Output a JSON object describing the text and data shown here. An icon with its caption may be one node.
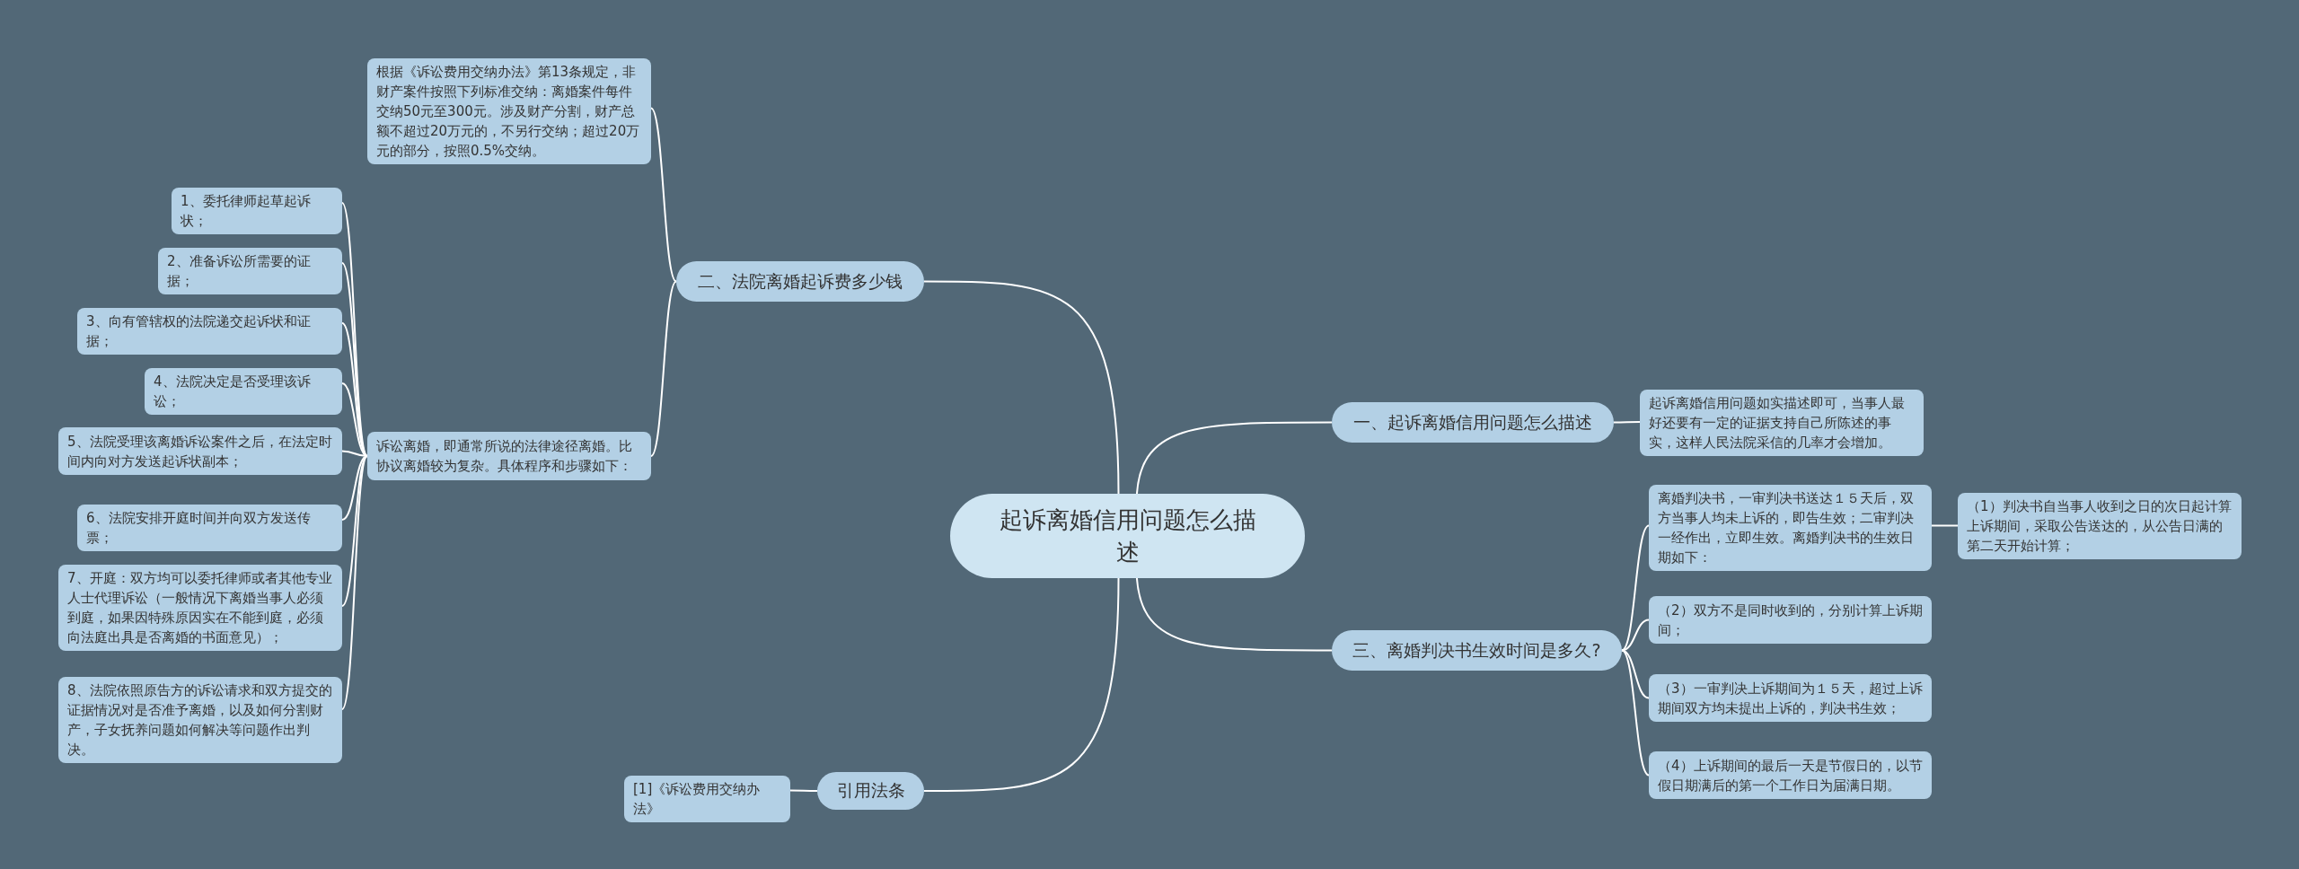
{
  "diagram": {
    "nodes": [
      {
        "text": [
          "起诉离婚信用问题怎么描述"
        ]
      },
      {
        "text": [
          "二、法院离婚起诉费多少钱"
        ]
      },
      {
        "text": [
          "根据《诉讼费用交纳办法》第13条规定，非财产案件按照下列标准交纳：离婚案件每件交纳50元至300元。涉及财产分割，财产总额不超过20万元的，不另行交纳；超过20万元的部分，按照0.5%交纳。"
        ]
      },
      {
        "text": [
          "诉讼离婚，即通常所说的法律途径离婚。比协议离婚较为复杂。具体程序和步骤如下："
        ]
      },
      {
        "text": [
          "1、委托律师起草起诉状；"
        ]
      },
      {
        "text": [
          "2、准备诉讼所需要的证据；"
        ]
      },
      {
        "text": [
          "3、向有管辖权的法院递交起诉状和证据；"
        ]
      },
      {
        "text": [
          "4、法院决定是否受理该诉讼；"
        ]
      },
      {
        "text": [
          "5、法院受理该离婚诉讼案件之后，在法定时间内向对方发送起诉状副本；"
        ]
      },
      {
        "text": [
          "6、法院安排开庭时间并向双方发送传票；"
        ]
      },
      {
        "text": [
          "7、开庭：双方均可以委托律师或者其他专业人士代理诉讼（一般情况下离婚当事人必须到庭，如果因特殊原因实在不能到庭，必须向法庭出具是否离婚的书面意见）；"
        ]
      },
      {
        "text": [
          "8、法院依照原告方的诉讼请求和双方提交的证据情况对是否准予离婚，以及如何分割财产，子女抚养问题如何解决等问题作出判决。"
        ]
      },
      {
        "text": [
          "一、起诉离婚信用问题怎么描述"
        ]
      },
      {
        "text": [
          "起诉离婚信用问题如实描述即可，当事人最好还要有一定的证据支持自己所陈述的事实，这样人民法院采信的几率才会增加。"
        ]
      },
      {
        "text": [
          "三、离婚判决书生效时间是多久?"
        ]
      },
      {
        "text": [
          "离婚判决书，一审判决书送达１５天后，双方当事人均未上诉的，即告生效；二审判决一经作出，立即生效。离婚判决书的生效日期如下："
        ]
      },
      {
        "text": [
          "（1）判决书自当事人收到之日的次日起计算上诉期间，采取公告送达的，从公告日满的第二天开始计算；"
        ]
      },
      {
        "text": [
          "（2）双方不是同时收到的，分别计算上诉期间；"
        ]
      },
      {
        "text": [
          "（3）一审判决上诉期间为１５天，超过上诉期间双方均未提出上诉的，判决书生效；"
        ]
      },
      {
        "text": [
          "（4）上诉期间的最后一天是节假日的，以节假日期满后的第一个工作日为届满日期。"
        ]
      },
      {
        "text": [
          "引用法条"
        ]
      },
      {
        "text": [
          "[1]《诉讼费用交纳办法》"
        ]
      }
    ],
    "edges": [
      {
        "from": 0,
        "to": 1,
        "arrow": "none"
      },
      {
        "from": 1,
        "to": 2,
        "arrow": "none"
      },
      {
        "from": 1,
        "to": 3,
        "arrow": "none"
      },
      {
        "from": 3,
        "to": 4,
        "arrow": "none"
      },
      {
        "from": 3,
        "to": 5,
        "arrow": "none"
      },
      {
        "from": 3,
        "to": 6,
        "arrow": "none"
      },
      {
        "from": 3,
        "to": 7,
        "arrow": "none"
      },
      {
        "from": 3,
        "to": 8,
        "arrow": "none"
      },
      {
        "from": 3,
        "to": 9,
        "arrow": "none"
      },
      {
        "from": 3,
        "to": 10,
        "arrow": "none"
      },
      {
        "from": 3,
        "to": 11,
        "arrow": "none"
      },
      {
        "from": 0,
        "to": 12,
        "arrow": "none"
      },
      {
        "from": 12,
        "to": 13,
        "arrow": "none"
      },
      {
        "from": 0,
        "to": 14,
        "arrow": "none"
      },
      {
        "from": 14,
        "to": 15,
        "arrow": "none"
      },
      {
        "from": 15,
        "to": 16,
        "arrow": "none"
      },
      {
        "from": 14,
        "to": 17,
        "arrow": "none"
      },
      {
        "from": 14,
        "to": 18,
        "arrow": "none"
      },
      {
        "from": 14,
        "to": 19,
        "arrow": "none"
      },
      {
        "from": 0,
        "to": 20,
        "arrow": "none"
      },
      {
        "from": 20,
        "to": 21,
        "arrow": "none"
      }
    ]
  }
}
